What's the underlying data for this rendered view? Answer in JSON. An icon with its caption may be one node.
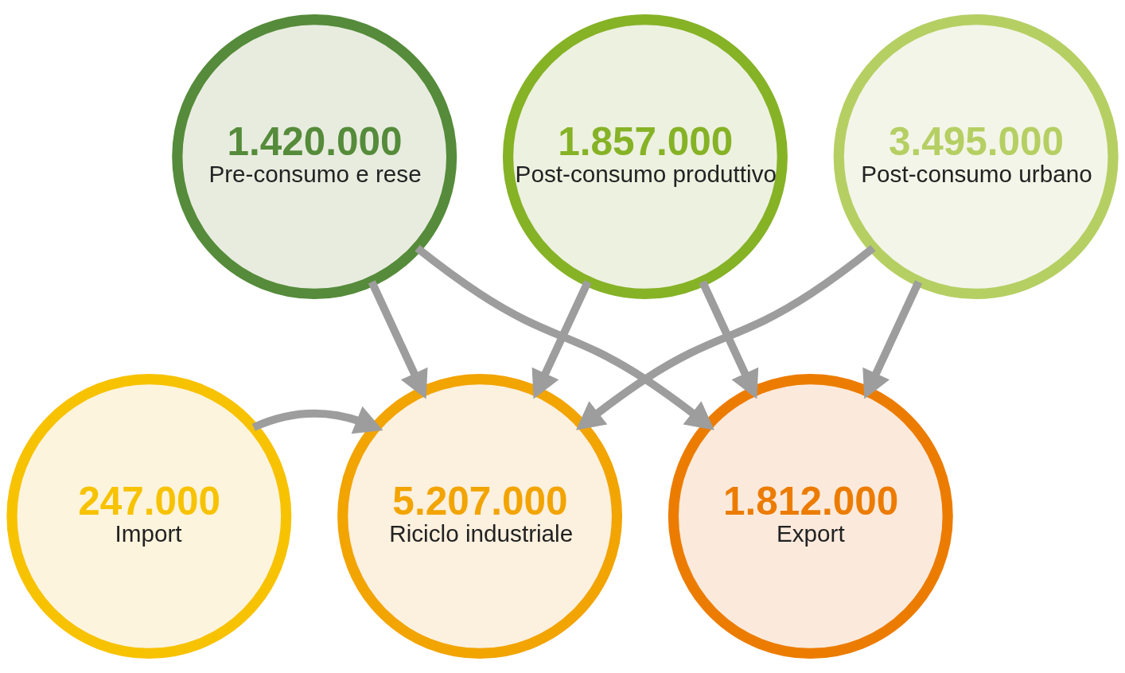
{
  "diagram": {
    "nodes": [
      {
        "text": [
          "1.420.000",
          "Pre-consumo e rese"
        ]
      },
      {
        "text": [
          "1.857.000",
          "Post-consumo produttivo"
        ]
      },
      {
        "text": [
          "3.495.000",
          "Post-consumo urbano"
        ]
      },
      {
        "text": [
          "247.000",
          "Import"
        ]
      },
      {
        "text": [
          "5.207.000",
          "Riciclo industriale"
        ]
      },
      {
        "text": [
          "1.812.000",
          "Export"
        ]
      }
    ],
    "edges": [
      {
        "from": 0,
        "to": 4,
        "arrow": "to"
      },
      {
        "from": 0,
        "to": 5,
        "arrow": "to"
      },
      {
        "from": 1,
        "to": 4,
        "arrow": "to"
      },
      {
        "from": 1,
        "to": 5,
        "arrow": "to"
      },
      {
        "from": 2,
        "to": 4,
        "arrow": "to"
      },
      {
        "from": 2,
        "to": 5,
        "arrow": "to"
      },
      {
        "from": 3,
        "to": 4,
        "arrow": "to"
      }
    ]
  }
}
